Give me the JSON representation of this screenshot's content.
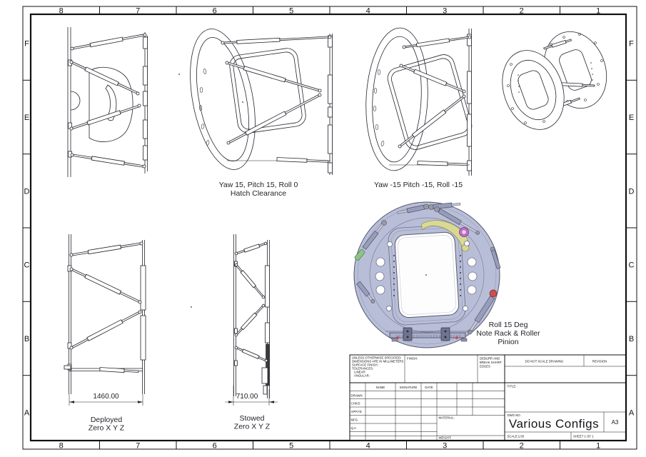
{
  "sheet": {
    "zone_numbers": [
      "8",
      "7",
      "6",
      "5",
      "4",
      "3",
      "2",
      "1"
    ],
    "zone_letters": [
      "F",
      "E",
      "D",
      "C",
      "B",
      "A"
    ]
  },
  "annotations": {
    "yaw15": {
      "line1": "Yaw 15, Pitch 15, Roll 0",
      "line2": "Hatch Clearance"
    },
    "yaw_neg15": {
      "line1": "Yaw -15 Pitch -15, Roll -15"
    },
    "roll15": {
      "line1": "Roll 15 Deg",
      "line2": "Note Rack & Roller",
      "line3": "Pinion"
    },
    "deployed": {
      "dimension": "1460.00",
      "line1": "Deployed",
      "line2": "Zero X Y Z"
    },
    "stowed": {
      "dimension": "710.00",
      "line1": "Stowed",
      "line2": "Zero X Y Z"
    }
  },
  "title_block": {
    "tolerance_note_lines": [
      "UNLESS OTHERWISE SPECIFIED:",
      "DIMENSIONS ARE IN MILLIMETERS",
      "SURFACE FINISH:",
      "TOLERANCES:",
      "LINEAR:",
      "ANGULAR:"
    ],
    "finish_label": "FINISH:",
    "deburr_lines": [
      "DEBURR AND",
      "BREAK SHARP",
      "EDGES"
    ],
    "do_not_scale": "DO NOT SCALE DRAWING",
    "revision_label": "REVISION",
    "columns": [
      "NAME",
      "SIGNATURE",
      "DATE"
    ],
    "rows": [
      "DRAWN",
      "CHK'D",
      "APPV'D",
      "MFG",
      "Q.A"
    ],
    "material_label": "MATERIAL:",
    "weight_label": "WEIGHT:",
    "title_label": "TITLE:",
    "dwg_no_label": "DWG NO.",
    "dwg_no_value": "Various Configs",
    "paper_size": "A3",
    "scale_label": "SCALE:1:50",
    "sheet_label": "SHEET 1 OF 1"
  },
  "colors": {
    "flange_fill": "#b9bed8",
    "flange_stroke": "#565a6e",
    "rack_yellow": "#d8d994",
    "roller_magenta": "#bf6cc3",
    "accent_red": "#c8504e",
    "accent_green": "#8cc487"
  }
}
